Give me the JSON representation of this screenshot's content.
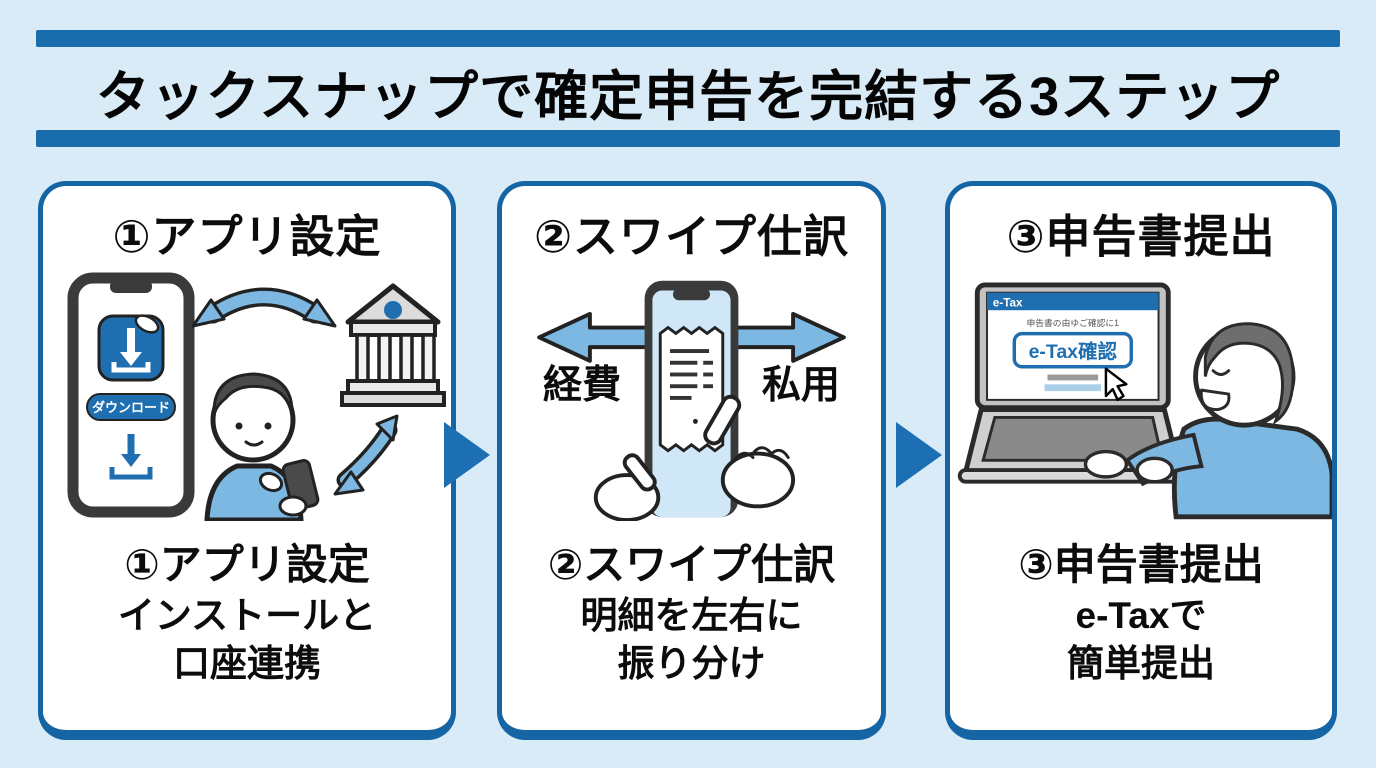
{
  "title": "タックスナップで確定申告を完結する3ステップ",
  "colors": {
    "background": "#d9ebf7",
    "bar_blue": "#1a6dad",
    "card_border_blue": "#1565a5",
    "flow_arrow_blue": "#1c6fb3",
    "illustration_light_blue": "#7db8e2",
    "app_blue": "#1f6fb0"
  },
  "steps": [
    {
      "heading": "①アプリ設定",
      "pill": "ダウンロード",
      "caption": {
        "title": "①アプリ設定",
        "line1": "インストールと",
        "line2": "口座連携"
      }
    },
    {
      "heading": "②スワイプ仕訳",
      "left_label": "経費",
      "right_label": "私用",
      "caption": {
        "title": "②スワイプ仕訳",
        "line1": "明細を左右に",
        "line2": "振り分け"
      }
    },
    {
      "heading": "③申告書提出",
      "screen": {
        "titlebar": "e-Tax",
        "notice": "申告書の由ゆご確認に1",
        "button": "e-Tax確認"
      },
      "caption": {
        "title": "③申告書提出",
        "line1": "e-Taxで",
        "line2": "簡単提出"
      }
    }
  ]
}
